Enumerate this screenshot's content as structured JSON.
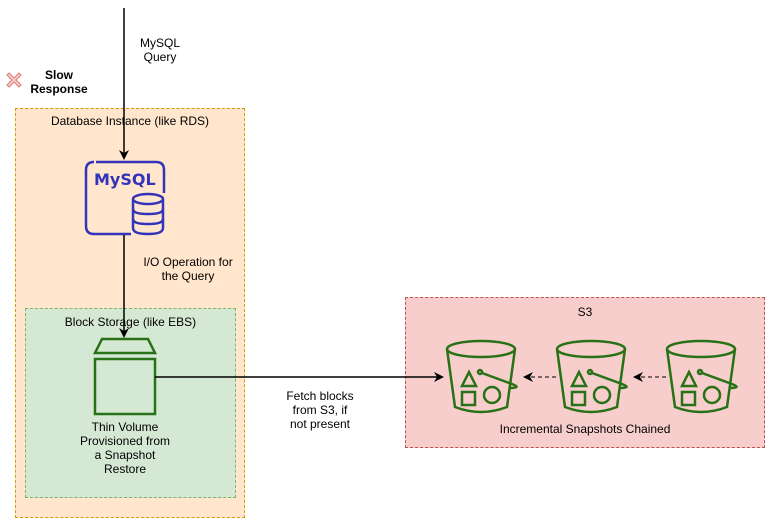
{
  "diagram": {
    "query_label": "MySQL\nQuery",
    "status": {
      "icon": "x-mark-icon",
      "label": "Slow\nResponse",
      "color": "#f19c99"
    },
    "database_instance": {
      "title": "Database Instance (like RDS)",
      "color_fill": "#ffe6cc",
      "color_border": "#d79b00"
    },
    "mysql_icon": {
      "text": "MySQL",
      "color": "#3334b9"
    },
    "io_label": "I/O Operation for\nthe Query",
    "block_storage": {
      "title": "Block Storage (like EBS)",
      "color_fill": "#d5e8d4",
      "color_border": "#82b366"
    },
    "volume_label": "Thin Volume\nProvisioned from\na Snapshot\nRestore",
    "fetch_label": "Fetch blocks\nfrom S3, if\nnot present",
    "s3": {
      "title": "S3",
      "color_fill": "#f8cecc",
      "color_border": "#b85450",
      "buckets": 3,
      "caption": "Incremental Snapshots Chained"
    },
    "icon_color_green": "#277116"
  }
}
